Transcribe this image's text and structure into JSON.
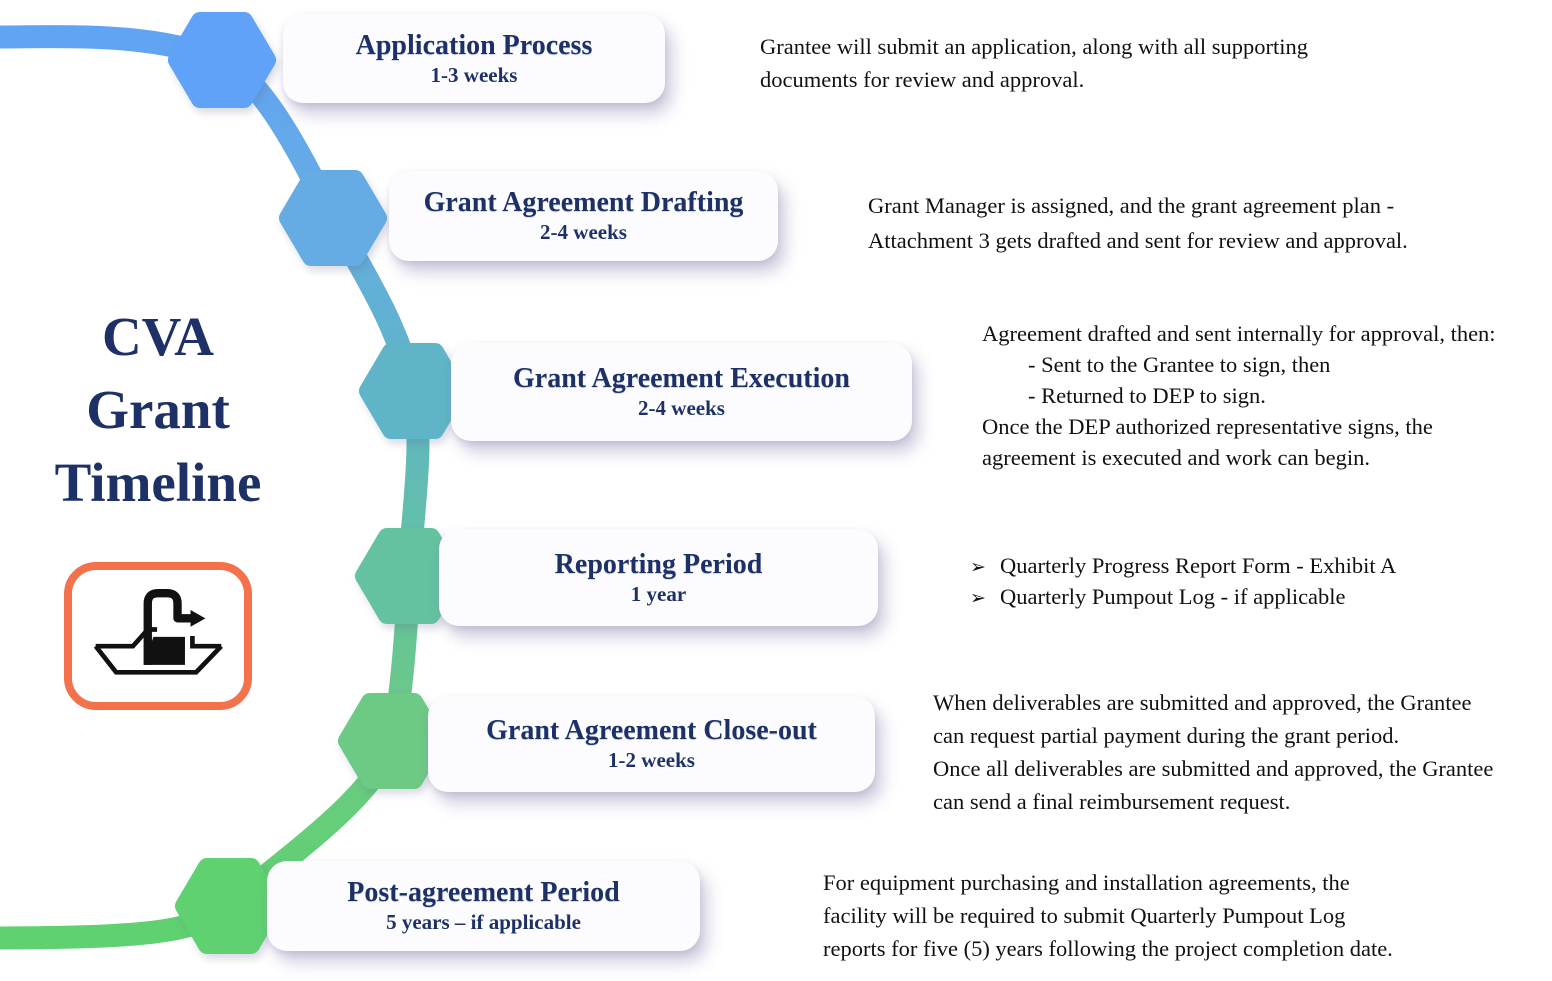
{
  "title": {
    "lines": [
      "CVA",
      "Grant",
      "Timeline"
    ]
  },
  "logo": {
    "label": "pumpout-boat-logo",
    "border_color": "#F3714B",
    "icon_color": "#111111"
  },
  "connector": {
    "gradient": [
      "#5FA2F7",
      "#66ACE4",
      "#5FB5C7",
      "#64C2A0",
      "#6CCA84",
      "#5FD170"
    ]
  },
  "colors": {
    "card_bg": "#FCFCFE",
    "title_navy": "#1E3167",
    "body_text": "#111111"
  },
  "stages": [
    {
      "title": "Application Process",
      "duration": "1-3 weeks",
      "hex_color": "#5FA2F7",
      "desc_lines": [
        "Grantee will submit an application, along with all supporting",
        "documents for review and approval."
      ]
    },
    {
      "title": "Grant Agreement Drafting",
      "duration": "2-4 weeks",
      "hex_color": "#66ACE4",
      "desc_lines": [
        "Grant Manager is assigned, and the grant agreement plan -",
        "Attachment 3 gets drafted and sent for review and approval."
      ]
    },
    {
      "title": "Grant Agreement Execution",
      "duration": "2-4 weeks",
      "hex_color": "#5FB5C7",
      "desc_lines": [
        "Agreement drafted and sent internally for approval, then:",
        "- Sent to the Grantee to sign, then",
        "- Returned to DEP to sign.",
        "Once the DEP authorized representative signs, the",
        "agreement is executed and work can begin."
      ]
    },
    {
      "title": "Reporting Period",
      "duration": "1 year",
      "hex_color": "#64C2A0",
      "bullet_icon": "➢",
      "bullets": [
        "Quarterly Progress Report Form - Exhibit A",
        "Quarterly Pumpout Log - if applicable"
      ]
    },
    {
      "title": "Grant Agreement Close-out",
      "duration": "1-2 weeks",
      "hex_color": "#6CCA84",
      "desc_lines": [
        "When deliverables are submitted and approved, the Grantee",
        "can request partial payment during the grant period.",
        "Once all deliverables are submitted and approved, the Grantee",
        "can send a final reimbursement request."
      ]
    },
    {
      "title": "Post-agreement Period",
      "duration": "5 years – if applicable",
      "hex_color": "#5FD170",
      "desc_lines": [
        "For equipment purchasing and installation agreements, the",
        "facility will be required to submit Quarterly Pumpout Log",
        "reports for five (5) years following the project completion date."
      ]
    }
  ]
}
